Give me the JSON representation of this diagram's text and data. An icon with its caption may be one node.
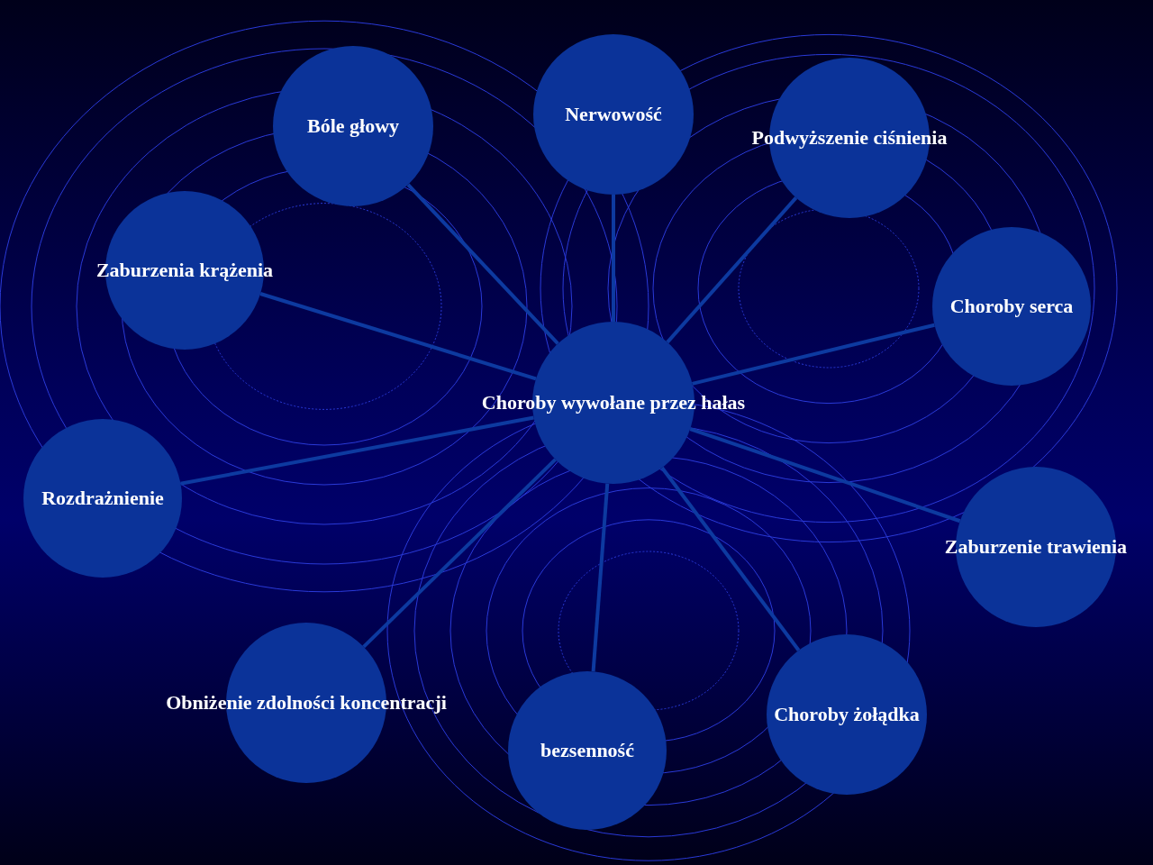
{
  "diagram": {
    "nodes": [
      {
        "text": [
          "Choroby wywołane przez hałas"
        ]
      },
      {
        "text": [
          "Bóle głowy"
        ]
      },
      {
        "text": [
          "Nerwowość"
        ]
      },
      {
        "text": [
          "Podwyższenie ciśnienia"
        ]
      },
      {
        "text": [
          "Zaburzenia krążenia"
        ]
      },
      {
        "text": [
          "Choroby serca"
        ]
      },
      {
        "text": [
          "Rozdrażnienie"
        ]
      },
      {
        "text": [
          "Zaburzenie trawienia"
        ]
      },
      {
        "text": [
          "Obniżenie zdolności koncentracji"
        ]
      },
      {
        "text": [
          "bezsenność"
        ]
      },
      {
        "text": [
          "Choroby żołądka"
        ]
      }
    ],
    "edges": [
      {
        "from": 0,
        "to": 1,
        "arrow": "none"
      },
      {
        "from": 0,
        "to": 2,
        "arrow": "none"
      },
      {
        "from": 0,
        "to": 3,
        "arrow": "none"
      },
      {
        "from": 0,
        "to": 4,
        "arrow": "none"
      },
      {
        "from": 0,
        "to": 5,
        "arrow": "none"
      },
      {
        "from": 0,
        "to": 6,
        "arrow": "none"
      },
      {
        "from": 0,
        "to": 7,
        "arrow": "none"
      },
      {
        "from": 0,
        "to": 8,
        "arrow": "none"
      },
      {
        "from": 0,
        "to": 9,
        "arrow": "none"
      },
      {
        "from": 0,
        "to": 10,
        "arrow": "none"
      }
    ]
  }
}
